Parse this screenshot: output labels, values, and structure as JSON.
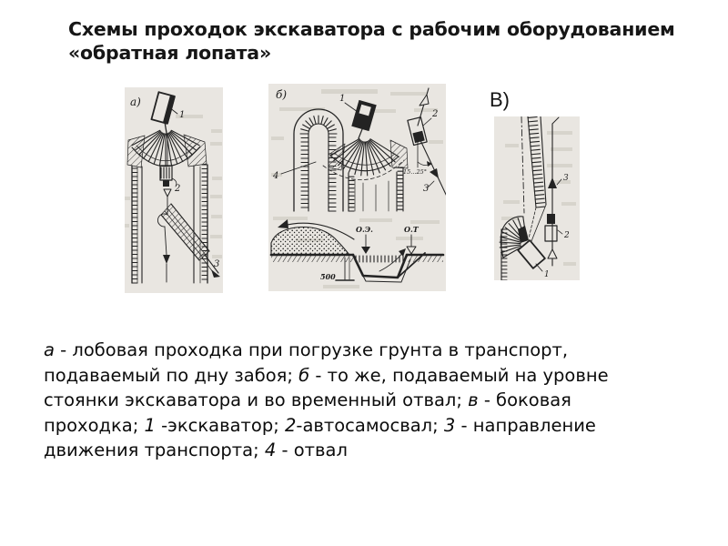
{
  "title": {
    "lines": [
      "Схемы проходок экскаватора с рабочим оборудованием",
      "«обратная лопата»"
    ]
  },
  "figures": {
    "a": {
      "panel_label": "а)",
      "num_excavator": "1",
      "num_truck": "2",
      "num_direction": "3"
    },
    "b": {
      "panel_label": "б)",
      "num_excavator": "1",
      "num_truck": "2",
      "num_direction": "3",
      "num_dump": "4",
      "angle_label": "15...25°",
      "axis_excavator_label": "О.Э.",
      "axis_transport_label": "О.Т",
      "depth_dimension": "500"
    },
    "v": {
      "panel_label": "В)",
      "num_excavator": "1",
      "num_truck": "2",
      "num_direction": "3"
    }
  },
  "caption": {
    "lines": [
      [
        {
          "t": "а",
          "i": true
        },
        {
          "t": " - лобовая проходка при погрузке грунта в транспорт,",
          "i": false
        }
      ],
      [
        {
          "t": "подаваемый по дну забоя; ",
          "i": false
        },
        {
          "t": "б",
          "i": true
        },
        {
          "t": " - то же, подаваемый на уровне",
          "i": false
        }
      ],
      [
        {
          "t": "стоянки экскаватора и во временный отвал; ",
          "i": false
        },
        {
          "t": "в",
          "i": true
        },
        {
          "t": " - боковая",
          "i": false
        }
      ],
      [
        {
          "t": "проходка; ",
          "i": false
        },
        {
          "t": "1",
          "i": true
        },
        {
          "t": " -экскаватор; ",
          "i": false
        },
        {
          "t": "2",
          "i": true
        },
        {
          "t": "-автосамосвал; ",
          "i": false
        },
        {
          "t": "3",
          "i": true
        },
        {
          "t": " - направление",
          "i": false
        }
      ],
      [
        {
          "t": "движения транспорта; ",
          "i": false
        },
        {
          "t": "4",
          "i": true
        },
        {
          "t": " - отвал",
          "i": false
        }
      ]
    ]
  },
  "colors": {
    "page_background": "#ffffff",
    "scan_background": "#e9e6e1",
    "ink": "#232323",
    "text": "#0c0c0c"
  }
}
